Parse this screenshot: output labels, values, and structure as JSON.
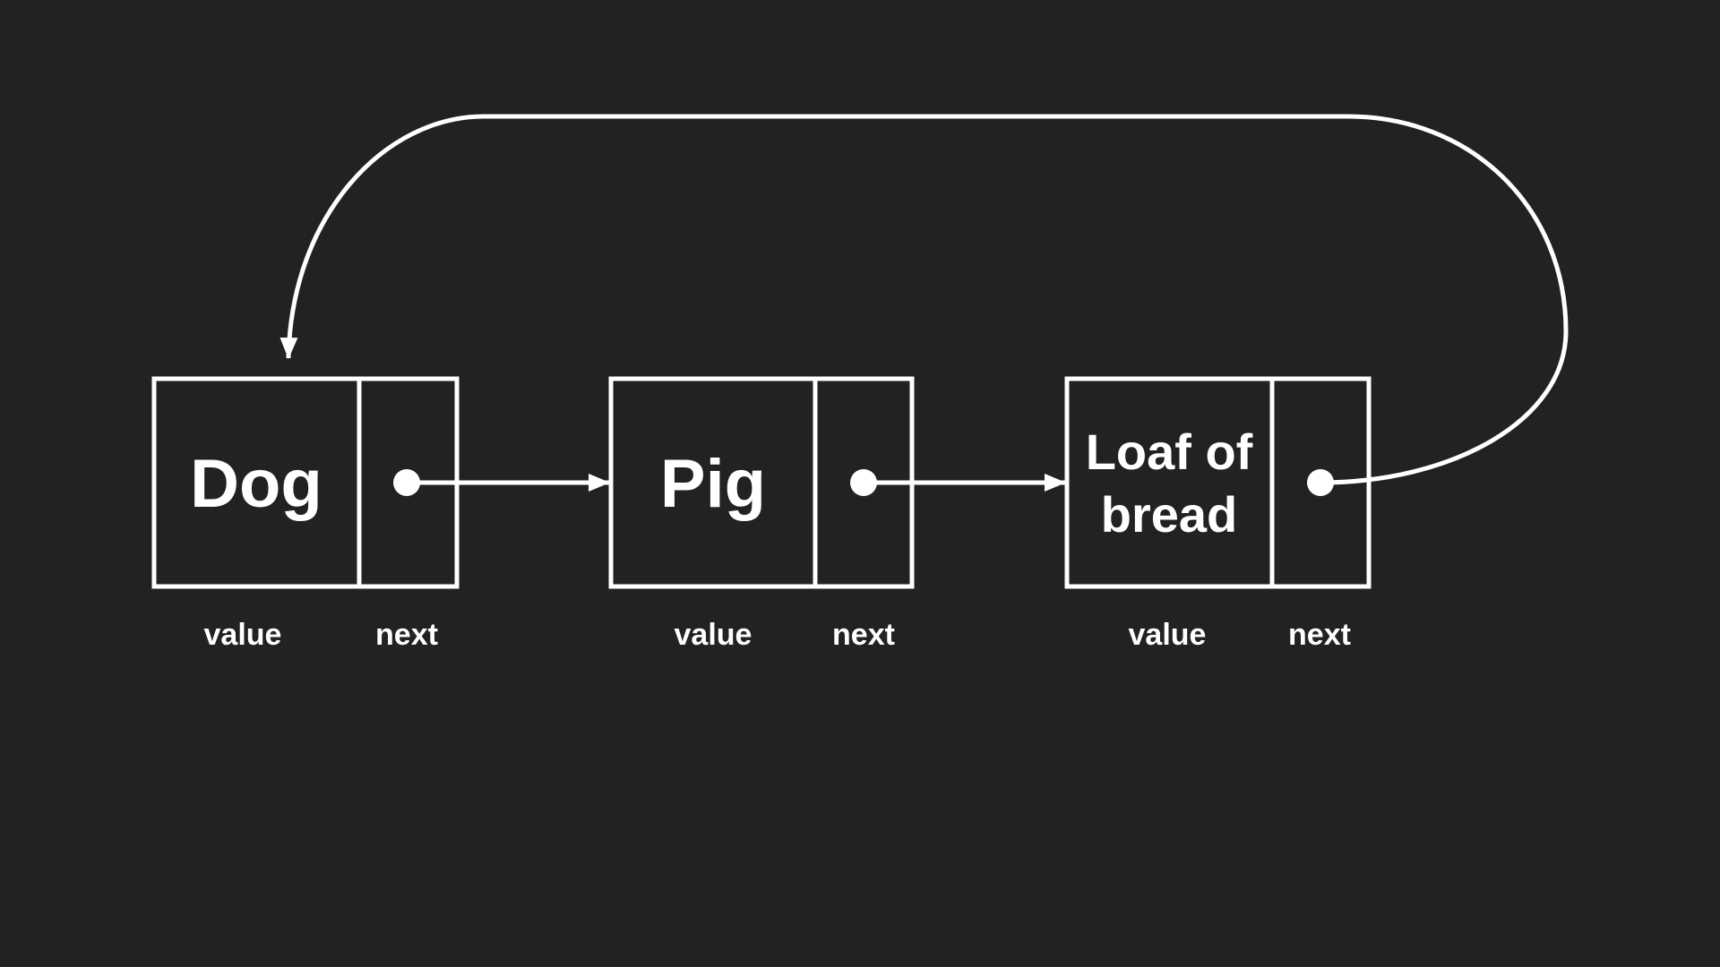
{
  "nodes": [
    {
      "value_lines": [
        "Dog"
      ],
      "value_label": "value",
      "next_label": "next"
    },
    {
      "value_lines": [
        "Pig"
      ],
      "value_label": "value",
      "next_label": "next"
    },
    {
      "value_lines": [
        "Loaf of",
        "bread"
      ],
      "value_label": "value",
      "next_label": "next"
    }
  ],
  "colors": {
    "background": "#222222",
    "foreground": "#ffffff"
  }
}
